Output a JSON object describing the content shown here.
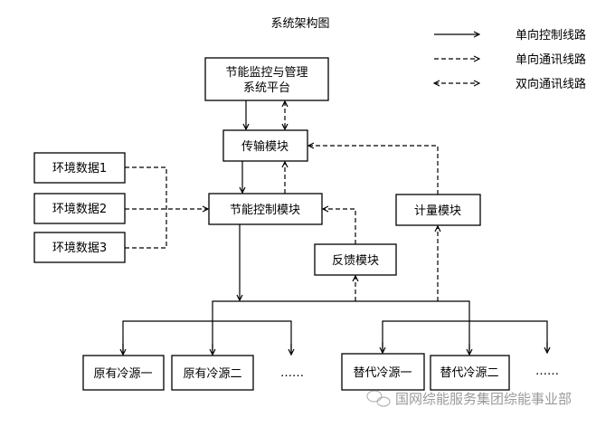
{
  "diagram": {
    "title": "系统架构图",
    "legend": [
      {
        "style": "solid-one-way",
        "label": "单向控制线路"
      },
      {
        "style": "dashed-one-way",
        "label": "单向通讯线路"
      },
      {
        "style": "dashed-two-way",
        "label": "双向通讯线路"
      }
    ],
    "nodes": {
      "platform": {
        "line1": "节能监控与管理",
        "line2": "系统平台"
      },
      "transmission": "传输模块",
      "control": "节能控制模块",
      "env1": "环境数据1",
      "env2": "环境数据2",
      "env3": "环境数据3",
      "metering": "计量模块",
      "feedback": "反馈模块",
      "orig1": "原有冷源一",
      "orig2": "原有冷源二",
      "orig_more": "……",
      "alt1": "替代冷源一",
      "alt2": "替代冷源二",
      "alt_more": "……"
    },
    "edges": [
      {
        "from": "platform",
        "to": "transmission",
        "type": "单向控制线路"
      },
      {
        "from": "platform",
        "to": "transmission",
        "type": "双向通讯线路"
      },
      {
        "from": "transmission",
        "to": "control",
        "type": "单向控制线路"
      },
      {
        "from": "control",
        "to": "transmission",
        "type": "单向通讯线路"
      },
      {
        "from": "env1",
        "to": "control",
        "type": "单向通讯线路"
      },
      {
        "from": "env2",
        "to": "control",
        "type": "单向通讯线路"
      },
      {
        "from": "env3",
        "to": "control",
        "type": "单向通讯线路"
      },
      {
        "from": "metering",
        "to": "transmission",
        "type": "单向通讯线路"
      },
      {
        "from": "feedback",
        "to": "control",
        "type": "单向通讯线路"
      },
      {
        "from": "control",
        "to": "cold-sources",
        "type": "单向控制线路"
      },
      {
        "from": "cold-sources",
        "to": "feedback",
        "type": "单向通讯线路"
      },
      {
        "from": "cold-sources",
        "to": "metering",
        "type": "单向通讯线路"
      }
    ],
    "watermark": "国网综能服务集团综能事业部"
  }
}
